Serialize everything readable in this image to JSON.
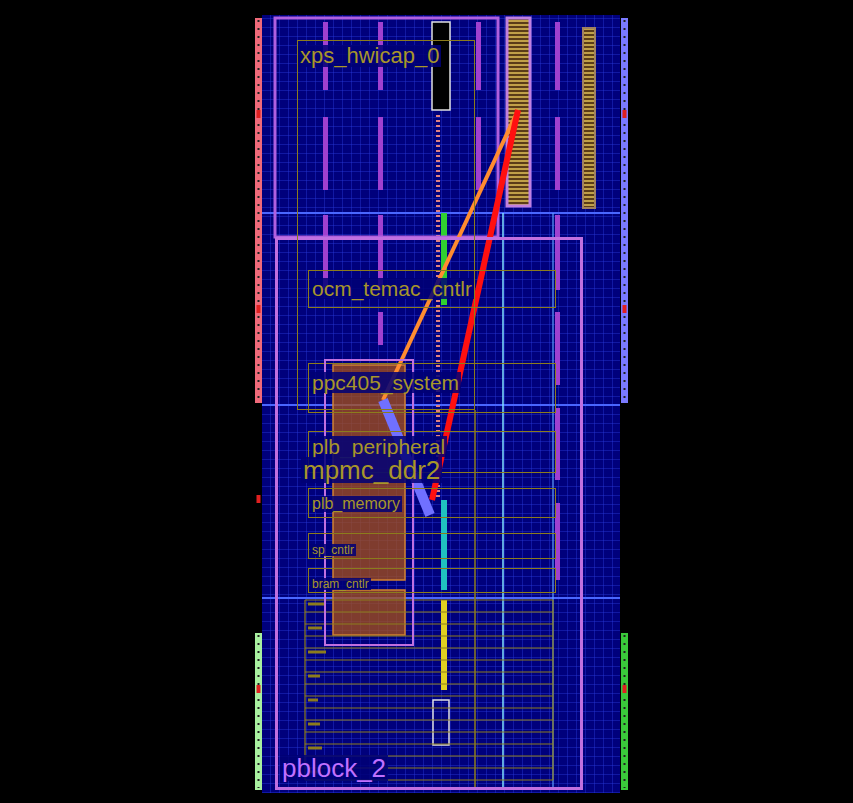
{
  "diagram": {
    "nodes": [
      {
        "text": [
          "pblock_2"
        ]
      },
      {
        "text": [
          "xps_hwicap_0"
        ]
      },
      {
        "text": [
          "ocm_temac_cntlr"
        ],
        "in": 0
      },
      {
        "text": [
          "ppc405_system"
        ],
        "in": 0
      },
      {
        "text": [
          "plb_peripheral"
        ],
        "in": 0
      },
      {
        "text": [
          "mpmc_ddr2"
        ],
        "in": 0
      },
      {
        "text": [
          "plb_memory"
        ],
        "in": 0
      },
      {
        "text": [
          "sp_cntlr"
        ],
        "in": 0
      },
      {
        "text": [
          "bram_cntlr"
        ],
        "in": 0
      }
    ]
  }
}
